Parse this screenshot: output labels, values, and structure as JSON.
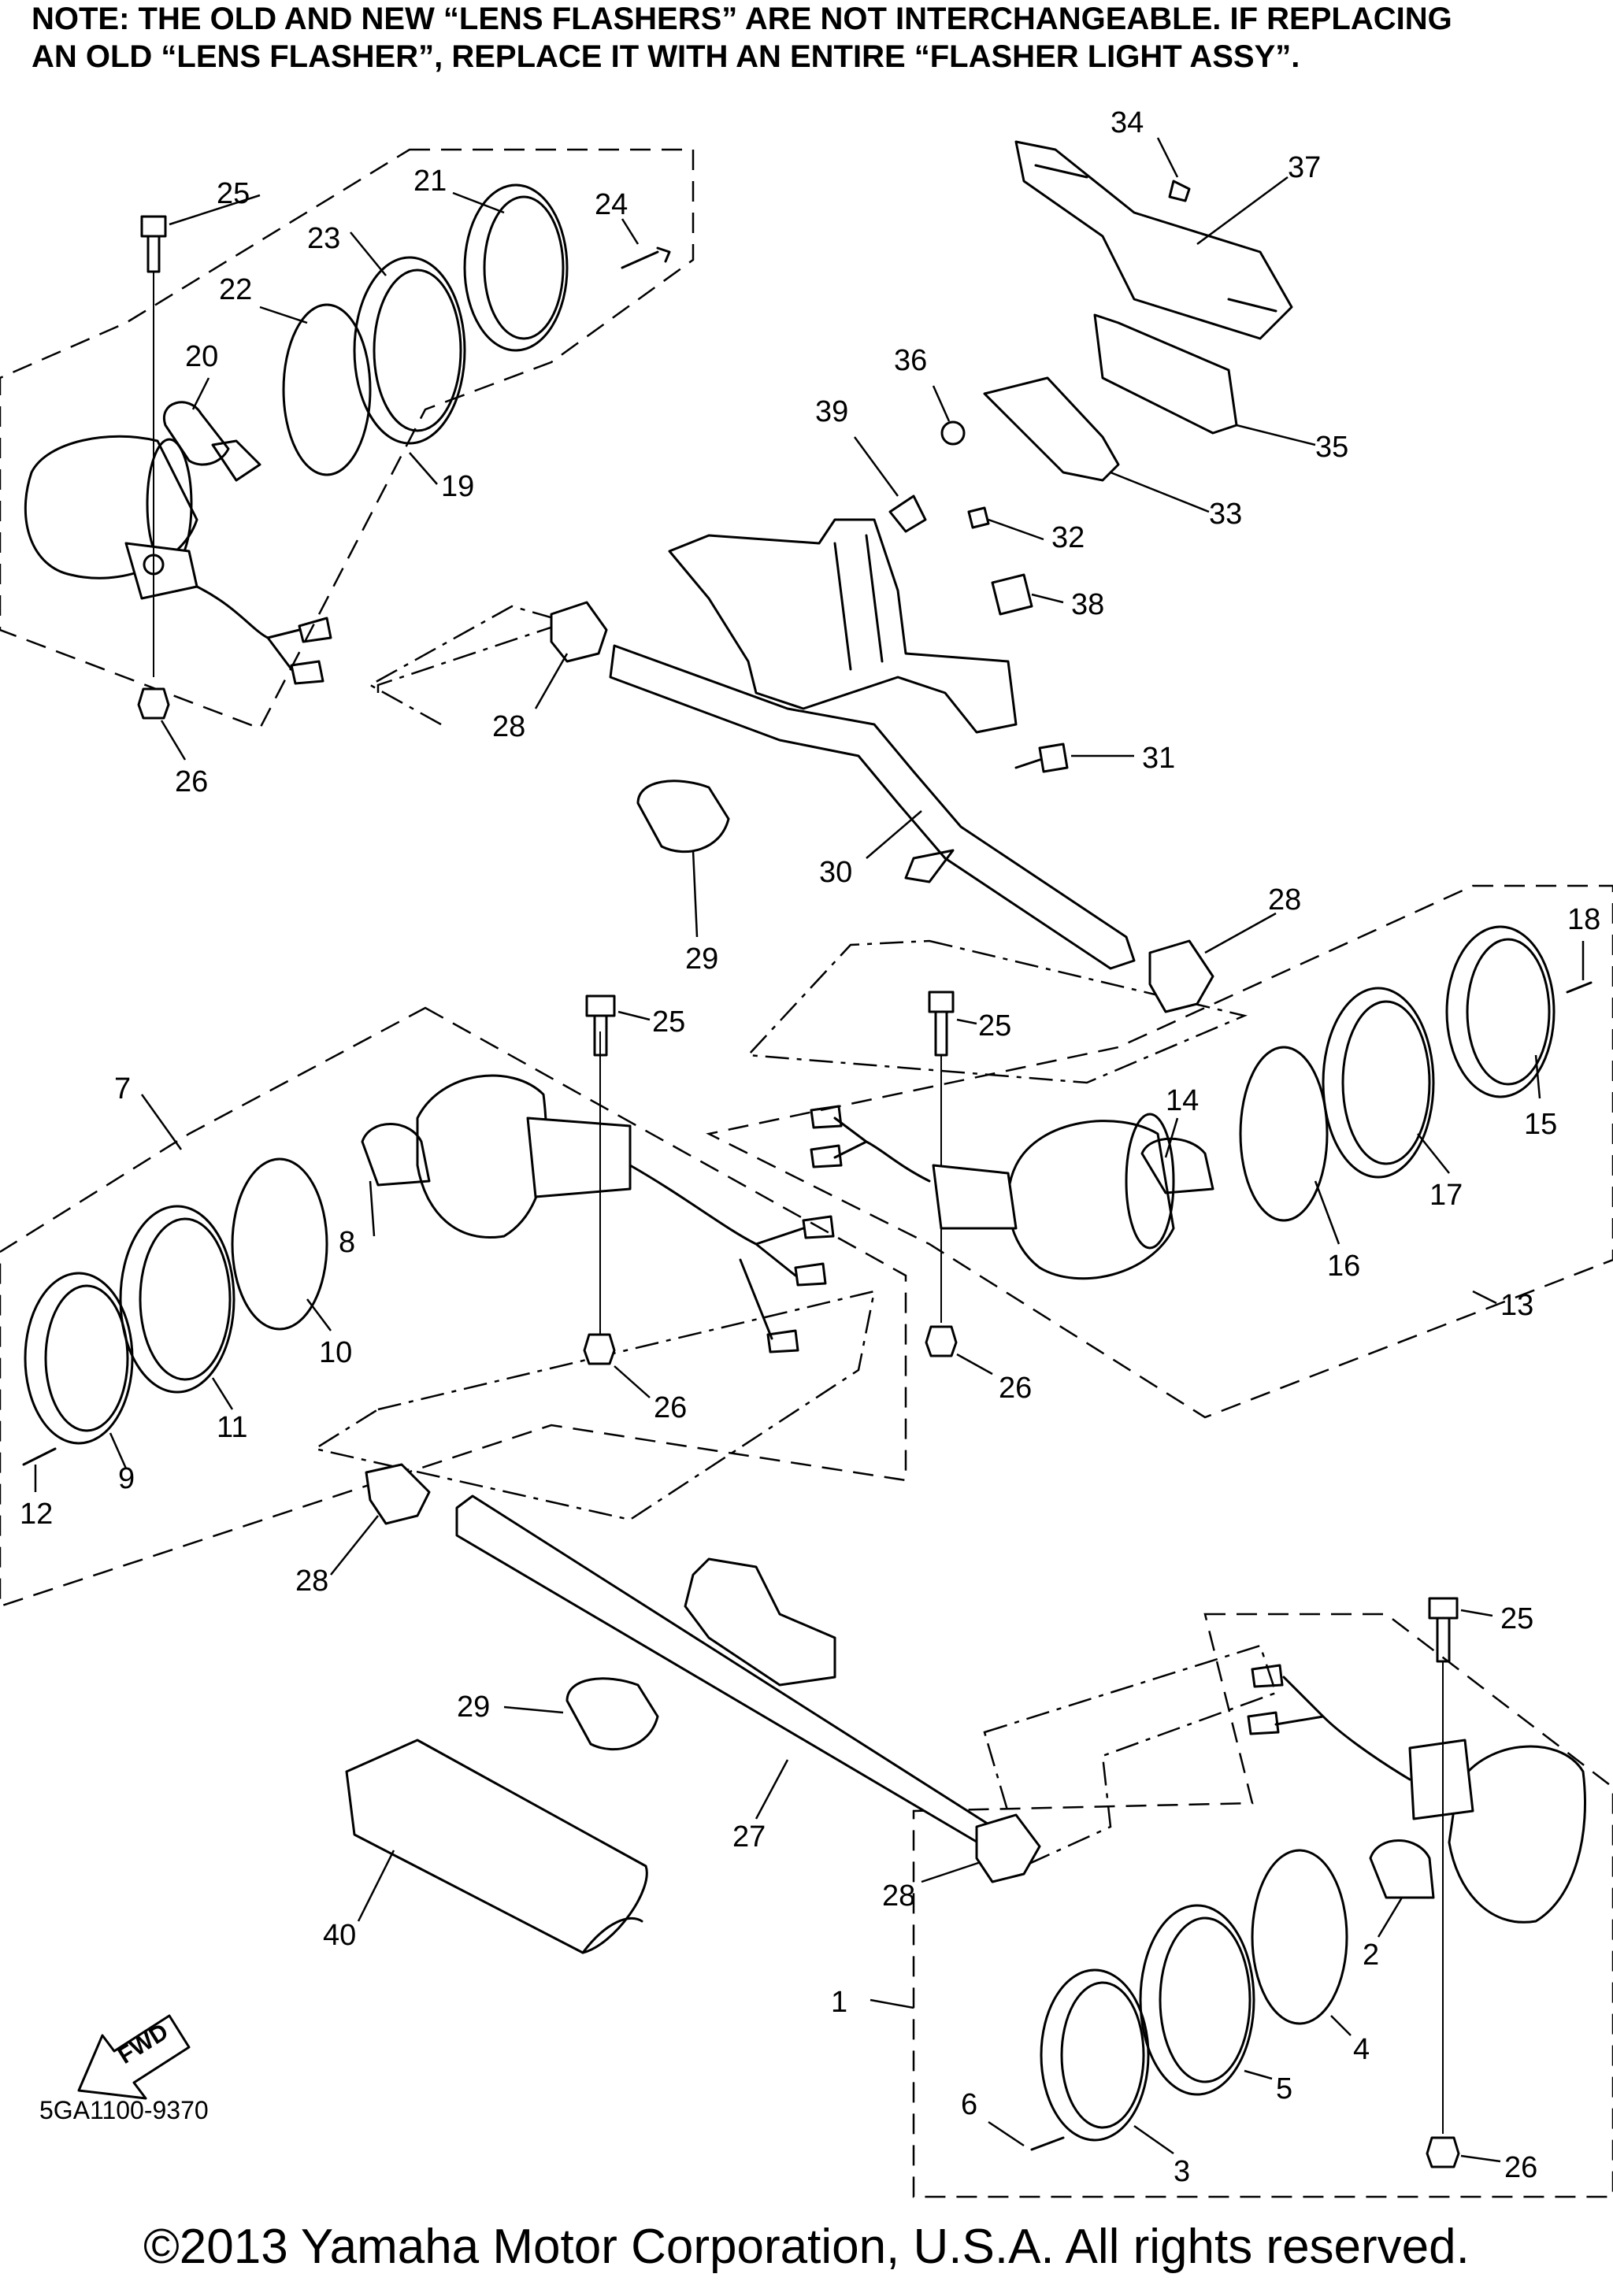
{
  "note": {
    "line1": "NOTE: THE OLD AND NEW “LENS FLASHERS” ARE NOT INTERCHANGEABLE. IF REPLACING",
    "line2": "AN OLD “LENS FLASHER”, REPLACE IT WITH AN ENTIRE “FLASHER LIGHT ASSY”."
  },
  "fwd_label": "FWD",
  "part_code": "5GA1100-9370",
  "copyright": "©2013 Yamaha Motor Corporation, U.S.A. All rights reserved.",
  "callouts": {
    "c1": "1",
    "c2": "2",
    "c3": "3",
    "c4": "4",
    "c5": "5",
    "c6": "6",
    "c7": "7",
    "c8": "8",
    "c9": "9",
    "c10": "10",
    "c11": "11",
    "c12": "12",
    "c13": "13",
    "c14": "14",
    "c15": "15",
    "c16": "16",
    "c17": "17",
    "c18": "18",
    "c19": "19",
    "c20": "20",
    "c21": "21",
    "c22": "22",
    "c23": "23",
    "c24": "24",
    "c25a": "25",
    "c25b": "25",
    "c25c": "25",
    "c25d": "25",
    "c26a": "26",
    "c26b": "26",
    "c26c": "26",
    "c26d": "26",
    "c27": "27",
    "c28a": "28",
    "c28b": "28",
    "c28c": "28",
    "c28d": "28",
    "c29a": "29",
    "c29b": "29",
    "c30": "30",
    "c31": "31",
    "c32": "32",
    "c33": "33",
    "c34": "34",
    "c35": "35",
    "c36": "36",
    "c37": "37",
    "c38": "38",
    "c39": "39",
    "c40": "40"
  }
}
